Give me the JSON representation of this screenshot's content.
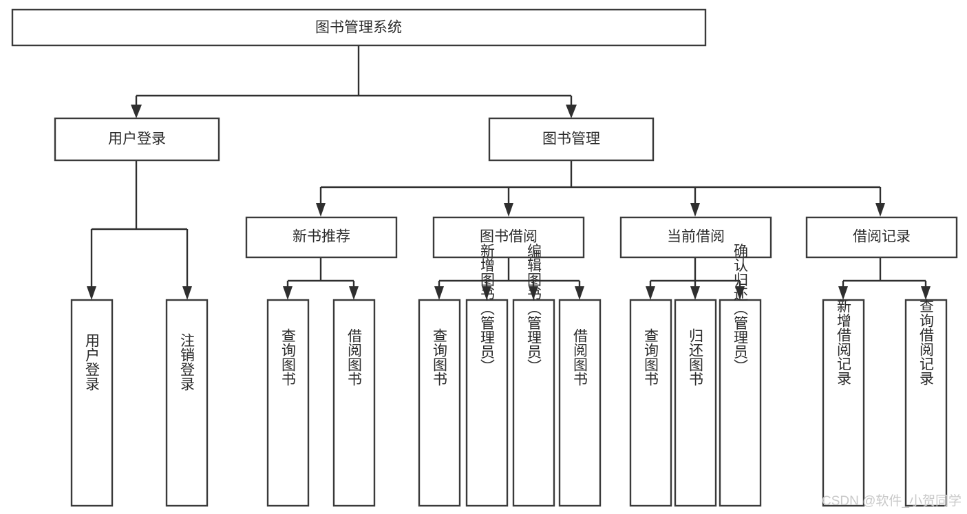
{
  "diagram": {
    "title": "图书管理系统",
    "type": "tree-hierarchy-functional-decomposition",
    "orientation": "top-down",
    "nodes": {
      "root": {
        "label": "图书管理系统",
        "level": 0,
        "text_orientation": "horizontal"
      },
      "l1_user_login": {
        "label": "用户登录",
        "level": 1,
        "text_orientation": "horizontal"
      },
      "l1_book_mgmt": {
        "label": "图书管理",
        "level": 1,
        "text_orientation": "horizontal"
      },
      "l2_new_book_rec": {
        "label": "新书推荐",
        "level": 2,
        "text_orientation": "horizontal"
      },
      "l2_book_borrow": {
        "label": "图书借阅",
        "level": 2,
        "text_orientation": "horizontal"
      },
      "l2_current_borrow": {
        "label": "当前借阅",
        "level": 2,
        "text_orientation": "horizontal"
      },
      "l2_borrow_record": {
        "label": "借阅记录",
        "level": 2,
        "text_orientation": "horizontal"
      },
      "l3_user_login": {
        "label": "用户登录",
        "level": 3,
        "text_orientation": "vertical"
      },
      "l3_logout": {
        "label": "注销登录",
        "level": 3,
        "text_orientation": "vertical"
      },
      "l3_query_book_a": {
        "label": "查询图书",
        "level": 3,
        "text_orientation": "vertical"
      },
      "l3_borrow_book_a": {
        "label": "借阅图书",
        "level": 3,
        "text_orientation": "vertical"
      },
      "l3_query_book_b": {
        "label": "查询图书",
        "level": 3,
        "text_orientation": "vertical"
      },
      "l3_add_book": {
        "label": "新增图书（管理员）",
        "level": 3,
        "text_orientation": "vertical"
      },
      "l3_edit_book": {
        "label": "编辑图书（管理员）",
        "level": 3,
        "text_orientation": "vertical"
      },
      "l3_borrow_book_b": {
        "label": "借阅图书",
        "level": 3,
        "text_orientation": "vertical"
      },
      "l3_query_book_c": {
        "label": "查询图书",
        "level": 3,
        "text_orientation": "vertical"
      },
      "l3_return_book": {
        "label": "归还图书",
        "level": 3,
        "text_orientation": "vertical"
      },
      "l3_confirm_return": {
        "label": "确认归还（管理员）",
        "level": 3,
        "text_orientation": "vertical"
      },
      "l3_add_record": {
        "label": "新增借阅记录",
        "level": 3,
        "text_orientation": "vertical"
      },
      "l3_query_record": {
        "label": "查询借阅记录",
        "level": 3,
        "text_orientation": "vertical"
      }
    },
    "edges": [
      {
        "from": "root",
        "to": "l1_user_login"
      },
      {
        "from": "root",
        "to": "l1_book_mgmt"
      },
      {
        "from": "l1_user_login",
        "to": "l3_user_login"
      },
      {
        "from": "l1_user_login",
        "to": "l3_logout"
      },
      {
        "from": "l1_book_mgmt",
        "to": "l2_new_book_rec"
      },
      {
        "from": "l1_book_mgmt",
        "to": "l2_book_borrow"
      },
      {
        "from": "l1_book_mgmt",
        "to": "l2_current_borrow"
      },
      {
        "from": "l1_book_mgmt",
        "to": "l2_borrow_record"
      },
      {
        "from": "l2_new_book_rec",
        "to": "l3_query_book_a"
      },
      {
        "from": "l2_new_book_rec",
        "to": "l3_borrow_book_a"
      },
      {
        "from": "l2_book_borrow",
        "to": "l3_query_book_b"
      },
      {
        "from": "l2_book_borrow",
        "to": "l3_add_book"
      },
      {
        "from": "l2_book_borrow",
        "to": "l3_edit_book"
      },
      {
        "from": "l2_book_borrow",
        "to": "l3_borrow_book_b"
      },
      {
        "from": "l2_current_borrow",
        "to": "l3_query_book_c"
      },
      {
        "from": "l2_current_borrow",
        "to": "l3_return_book"
      },
      {
        "from": "l2_current_borrow",
        "to": "l3_confirm_return"
      },
      {
        "from": "l2_borrow_record",
        "to": "l3_add_record"
      },
      {
        "from": "l2_borrow_record",
        "to": "l3_query_record"
      }
    ],
    "colors": {
      "background": "#ffffff",
      "box_fill": "#ffffff",
      "box_stroke": "#3a3a3a",
      "edge_stroke": "#2f2f2f",
      "text": "#2b2b2b",
      "watermark": "#c9c9c9"
    }
  },
  "watermark": {
    "text": "CSDN @软件_小贺同学"
  }
}
